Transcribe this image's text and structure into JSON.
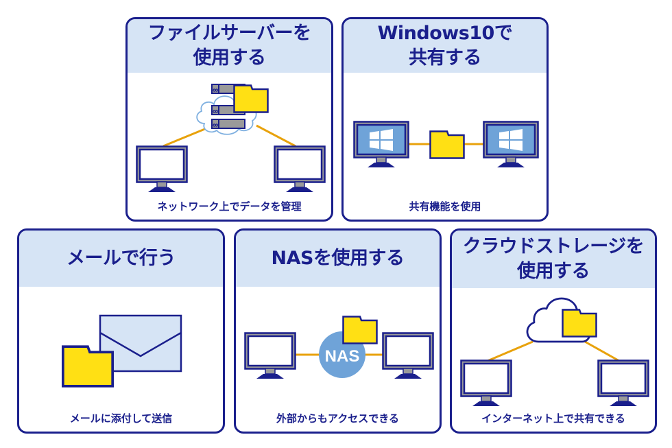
{
  "colors": {
    "border": "#1a1f8c",
    "header_bg": "#d6e4f5",
    "folder": "#ffe014",
    "line": "#e8a20c",
    "monitor_frame": "#9a9a9a",
    "screen_blue": "#6fa3d8",
    "nas_circle": "#6fa3d8",
    "cloud_outline_light": "#7fb0e0"
  },
  "cards": [
    {
      "id": "file-server",
      "title_lines": [
        "ファイルサーバーを",
        "使用する"
      ],
      "caption": "ネットワーク上でデータを管理",
      "icons": [
        "server-icon",
        "cloud-icon",
        "folder-icon",
        "monitor-icon",
        "monitor-icon"
      ]
    },
    {
      "id": "windows10",
      "title_lines": [
        "Windows10で",
        "共有する"
      ],
      "caption": "共有機能を使用",
      "icons": [
        "windows-monitor-icon",
        "folder-icon",
        "windows-monitor-icon"
      ]
    },
    {
      "id": "mail",
      "title_lines": [
        "メールで行う"
      ],
      "caption": "メールに添付して送信",
      "icons": [
        "envelope-icon",
        "folder-icon"
      ]
    },
    {
      "id": "nas",
      "title_lines": [
        "NASを使用する"
      ],
      "caption": "外部からもアクセスできる",
      "nas_label": "NAS",
      "icons": [
        "monitor-icon",
        "nas-icon",
        "folder-icon",
        "monitor-icon"
      ]
    },
    {
      "id": "cloud-storage",
      "title_lines": [
        "クラウドストレージを",
        "使用する"
      ],
      "caption": "インターネット上で共有できる",
      "icons": [
        "cloud-icon",
        "folder-icon",
        "monitor-icon",
        "monitor-icon"
      ]
    }
  ]
}
